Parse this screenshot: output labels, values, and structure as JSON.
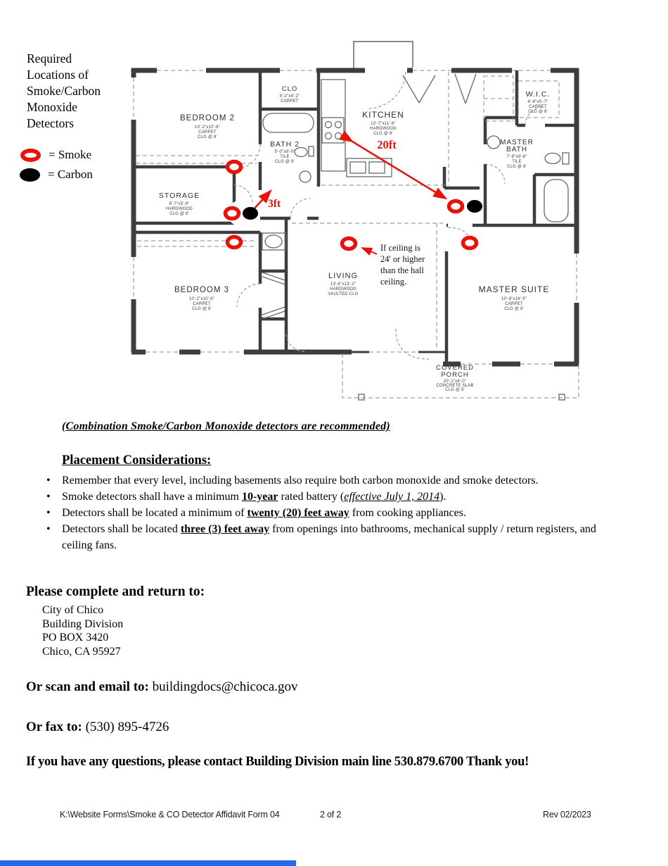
{
  "legend": {
    "title_lines": [
      "Required",
      "Locations of",
      "Smoke/Carbon",
      "Monoxide",
      "Detectors"
    ],
    "smoke_label": "= Smoke",
    "carbon_label": "= Carbon",
    "smoke_color": "#e8120b",
    "carbon_color": "#000000"
  },
  "floor_plan": {
    "rooms": {
      "bedroom2": {
        "name": "BEDROOM 2",
        "dims": "10'-2\"x10'-6\"",
        "floor": "CARPET",
        "clg": "CLG @ 8'"
      },
      "clo": {
        "name": "CLO",
        "dims": "5'-2\"x4'-2\"",
        "floor": "CARPET"
      },
      "bath2": {
        "name": "BATH 2",
        "dims": "5'-0\"x8'-0\"",
        "floor": "TILE",
        "clg": "CLG @ 8'"
      },
      "kitchen": {
        "name": "KITCHEN",
        "dims": "13'-7\"x11'-6\"",
        "floor": "HARDWOOD",
        "clg": "CLG @ 8'"
      },
      "wic": {
        "name": "W.I.C.",
        "dims": "4'-8\"x5'-7\"",
        "floor": "CARPET",
        "clg": "CLG @ 8'"
      },
      "master_bath": {
        "name1": "MASTER",
        "name2": "BATH",
        "dims": "7'-9\"x9'-8\"",
        "floor": "TILE",
        "clg": "CLG @ 8'"
      },
      "storage": {
        "name": "STORAGE",
        "dims": "6'-7\"x5'-9\"",
        "floor": "HARDWOOD",
        "clg": "CLG @ 8'"
      },
      "bedroom3": {
        "name": "BEDROOM 3",
        "dims": "10'-2\"x10'-9\"",
        "floor": "CARPET",
        "clg": "CLG @ 8'"
      },
      "living": {
        "name": "LIVING",
        "dims": "13'-6\"x13'-2\"",
        "floor": "HARDWOOD",
        "clg": "VAULTED CLG"
      },
      "master_suite": {
        "name": "MASTER SUITE",
        "dims": "10'-9\"x14'-5\"",
        "floor": "CARPET",
        "clg": "CLG @ 8'"
      },
      "porch": {
        "name1": "COVERED",
        "name2": "PORCH",
        "dims": "20'-1\"x4'-0\"",
        "floor": "CONCRETE SLAB",
        "clg": "CLG @ 8'"
      }
    },
    "annotations": {
      "dist_20": "20ft",
      "dist_3": "3ft",
      "ceiling_note_lines": [
        "If ceiling is",
        "24' or higher",
        "than the hall",
        "ceiling."
      ]
    }
  },
  "combo_note": "(Combination Smoke/Carbon Monoxide detectors are recommended)",
  "placement": {
    "heading": "Placement Considerations:",
    "items": [
      {
        "pre": "Remember that every level, including basements also require both carbon monoxide and smoke detectors."
      },
      {
        "pre": "Smoke detectors shall have a minimum ",
        "strong": "10-year",
        "mid": " rated battery (",
        "em": "effective July 1, 2014",
        "post": ")."
      },
      {
        "pre": "Detectors shall be located a minimum of ",
        "strong": "twenty (20) feet away",
        "post": " from cooking appliances."
      },
      {
        "pre": "Detectors shall be located ",
        "strong": "three (3) feet away",
        "post": " from openings into bathrooms, mechanical supply / return registers, and ceiling fans."
      }
    ]
  },
  "return_to": {
    "heading": "Please complete and return to:",
    "address_lines": [
      "City of Chico",
      "Building Division",
      "PO BOX 3420",
      "Chico, CA 95927"
    ]
  },
  "contact": {
    "email_label": "Or scan and email to:",
    "email_value": "buildingdocs@chicoca.gov",
    "fax_label": "Or fax to:",
    "fax_value": "(530) 895-4726",
    "questions_line": "If you have any questions, please contact Building Division main line 530.879.6700 Thank you!"
  },
  "footer": {
    "left": "K:\\Website Forms\\Smoke & CO Detector Affidavit Form 04",
    "center": "2 of 2",
    "right": "Rev 02/2023"
  }
}
